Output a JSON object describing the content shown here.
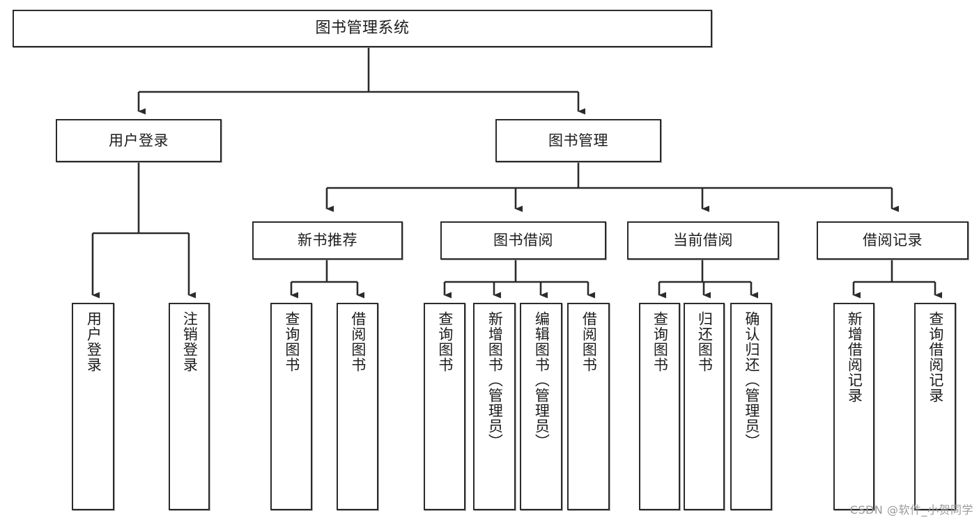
{
  "diagram": {
    "title": "图书管理系统",
    "type": "tree",
    "root": {
      "label": "图书管理系统"
    },
    "level2": [
      {
        "label": "用户登录"
      },
      {
        "label": "图书管理"
      }
    ],
    "level3": [
      {
        "label": "新书推荐"
      },
      {
        "label": "图书借阅"
      },
      {
        "label": "当前借阅"
      },
      {
        "label": "借阅记录"
      }
    ],
    "leaves": {
      "user_login": [
        {
          "label": "用户登录"
        },
        {
          "label": "注销登录"
        }
      ],
      "new_book_recommend": [
        {
          "label": "查询图书"
        },
        {
          "label": "借阅图书"
        }
      ],
      "book_borrow": [
        {
          "label": "查询图书"
        },
        {
          "label": "新增图书（管理员）"
        },
        {
          "label": "编辑图书（管理员）"
        },
        {
          "label": "借阅图书"
        }
      ],
      "current_borrow": [
        {
          "label": "查询图书"
        },
        {
          "label": "归还图书"
        },
        {
          "label": "确认归还（管理员）"
        }
      ],
      "borrow_record": [
        {
          "label": "新增借阅记录"
        },
        {
          "label": "查询借阅记录"
        }
      ]
    }
  },
  "watermark": {
    "text": "CSDN @软件_小贺同学"
  },
  "colors": {
    "border": "#2b2b2b",
    "background": "#ffffff",
    "text": "#1c1c1c",
    "watermark": "#9a9a9a"
  }
}
